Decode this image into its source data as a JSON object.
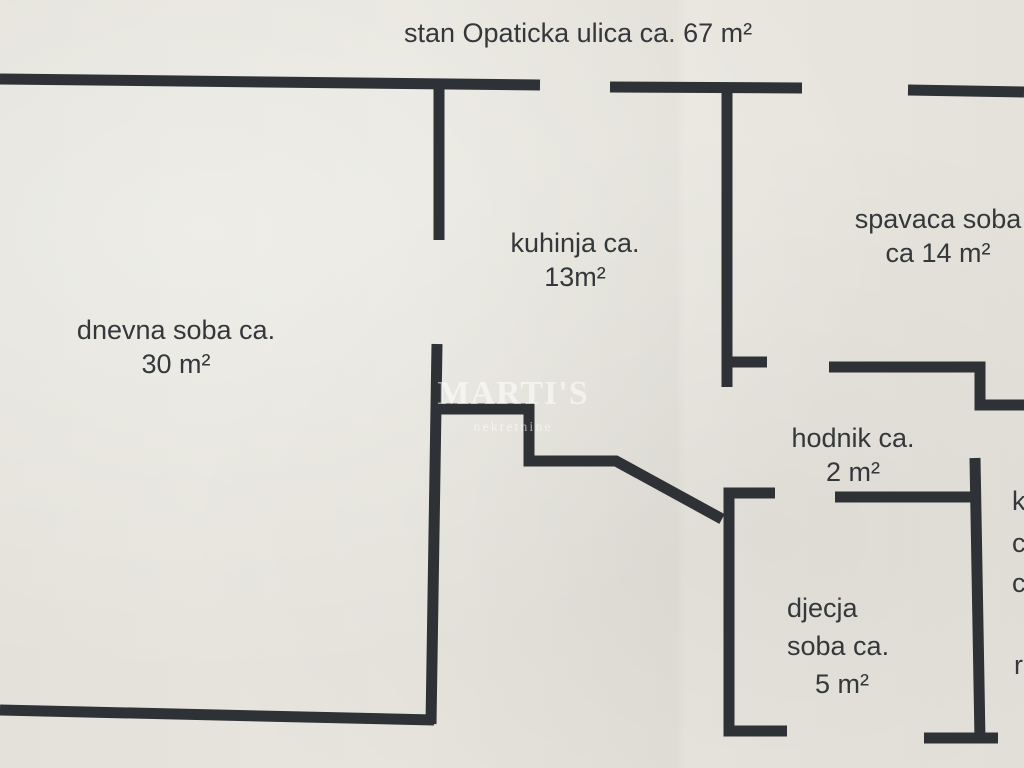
{
  "title": "stan Opaticka ulica ca. 67 m²",
  "rooms": {
    "living": {
      "line1": "dnevna soba ca.",
      "line2": "30 m²"
    },
    "kitchen": {
      "line1": "kuhinja ca.",
      "line2": "13m²"
    },
    "bedroom": {
      "line1": "spavaca soba",
      "line2": "ca 14 m²"
    },
    "hallway": {
      "line1": "hodnik ca.",
      "line2": "2 m²"
    },
    "kids_room": {
      "line1": "djecja",
      "line2": "soba ca.",
      "line3": "5 m²"
    }
  },
  "cut_off_label": [
    "k",
    "c",
    "c",
    "r"
  ],
  "watermark": {
    "brand": "MARTI'S",
    "sub": "nekretnine"
  },
  "colors": {
    "wall": "#2e3236",
    "paper": "#e4e2da",
    "text": "#34383c"
  }
}
